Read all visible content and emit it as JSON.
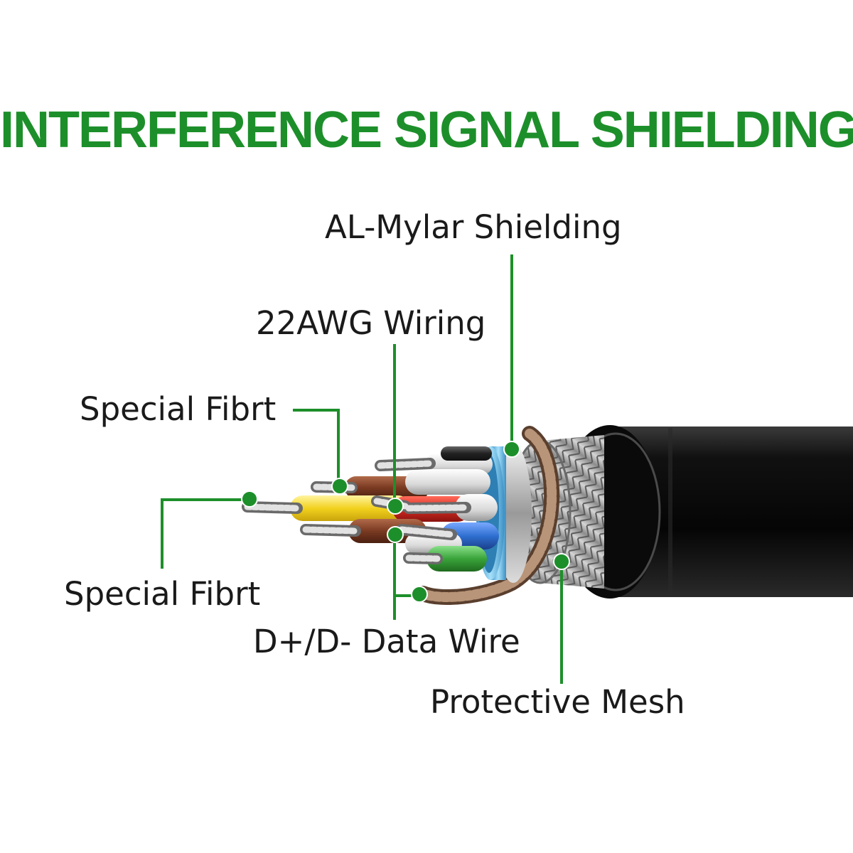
{
  "title": "INTERFERENCE SIGNAL SHIELDING",
  "labels": {
    "al_mylar": "AL-Mylar Shielding",
    "awg22": "22AWG Wiring",
    "special_fibrt_top": "Special Fibrt",
    "special_fibrt_bottom": "Special Fibrt",
    "data_wire": "D+/D- Data Wire",
    "protective_mesh": "Protective Mesh"
  },
  "colors": {
    "accent_green": "#1d8f2a",
    "label_text": "#1a1a1a",
    "cable_jacket": "#0d0d0d",
    "wire_yellow": "#f2d21e",
    "wire_brown": "#7a3a22",
    "wire_red": "#d42a20",
    "wire_blue": "#2f6fd0",
    "wire_green": "#3aa43a",
    "wire_white": "#e8e8e8",
    "foil_blue": "#6cc4ee",
    "braid_copper": "#9a7a62"
  }
}
